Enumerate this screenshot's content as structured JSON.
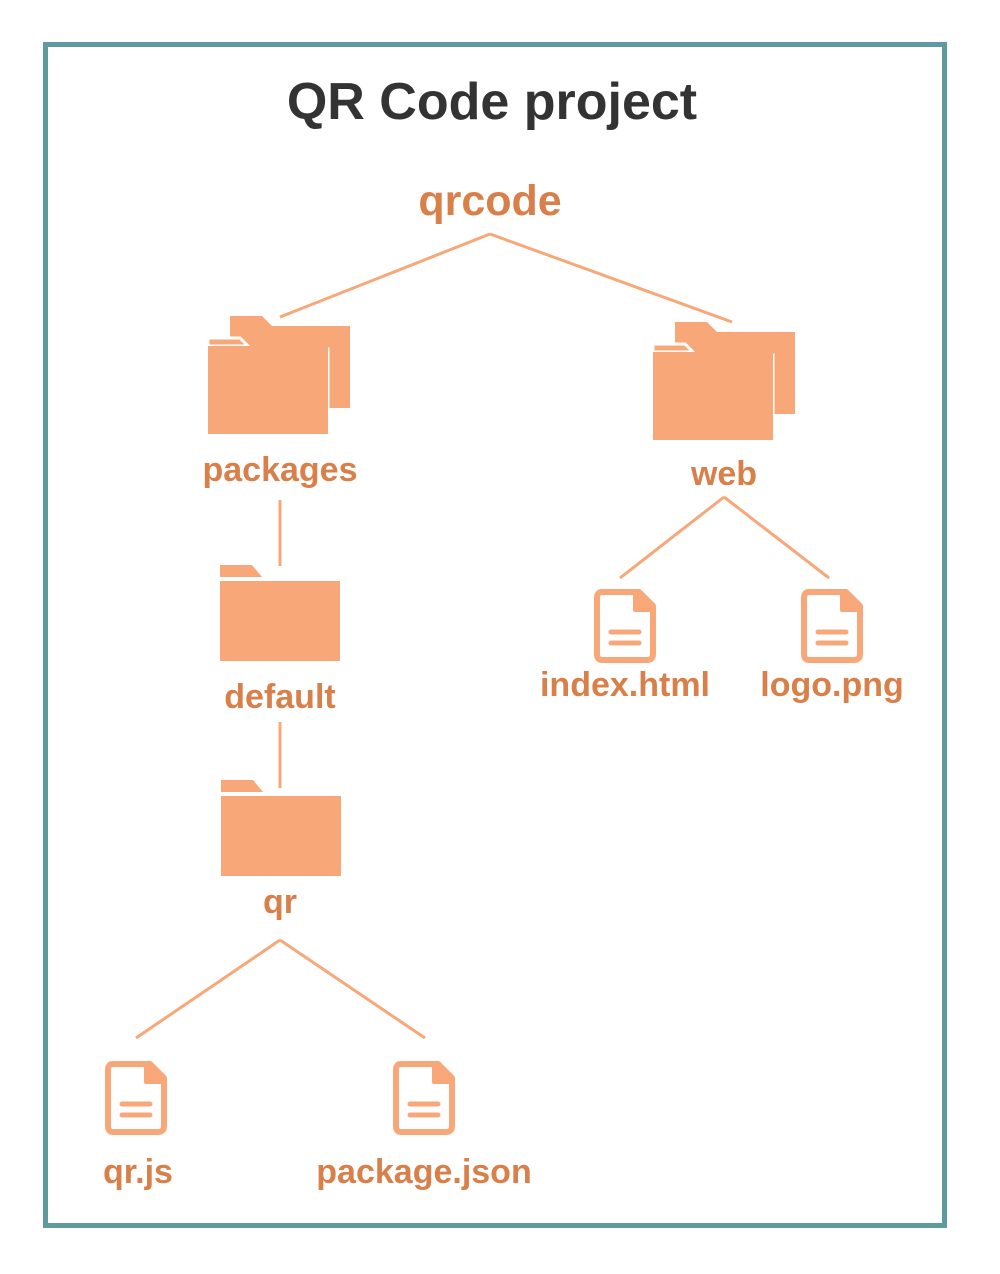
{
  "title": "QR Code project",
  "colors": {
    "border": "#5f9aa1",
    "accent": "#f8a878",
    "label": "#d9804a",
    "title": "#333333"
  },
  "tree": {
    "root": "qrcode",
    "packages": "packages",
    "default": "default",
    "qr": "qr",
    "qr_js": "qr.js",
    "package_json": "package.json",
    "web": "web",
    "index_html": "index.html",
    "logo_png": "logo.png"
  }
}
